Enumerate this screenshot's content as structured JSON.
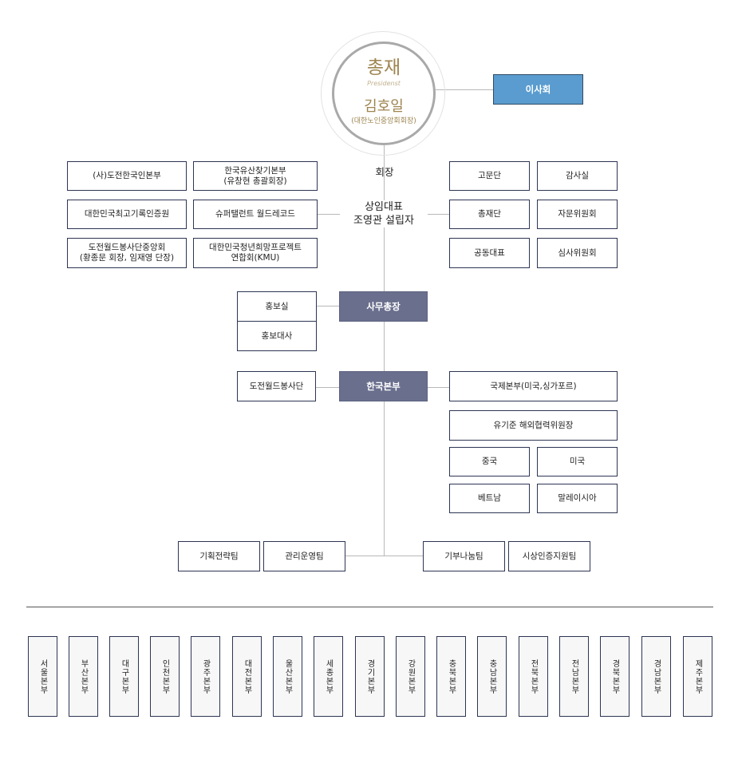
{
  "president": {
    "title": "총재",
    "subtitle": "Presidenst",
    "name": "김호일",
    "role": "(대한노인중앙회회장)"
  },
  "board": "이사회",
  "chairman_label": "회장",
  "ceo_label_1": "상임대표",
  "ceo_label_2": "조영관 설립자",
  "left_orgs": [
    "(사)도전한국인본부",
    "한국유산찾기본부\n(유창현 총괄회장)",
    "대한민국최고기록인증원",
    "슈퍼탤런트 월드레코드",
    "도전월드봉사단중앙회\n(황종문 회장, 임재영 단장)",
    "대한민국청년희망프로젝트\n연합회(KMU)"
  ],
  "right_orgs": [
    "고문단",
    "감사실",
    "총재단",
    "자문위원회",
    "공동대표",
    "심사위원회"
  ],
  "secretary_general": "사무총장",
  "pr": [
    "홍보실",
    "홍보대사"
  ],
  "korea_hq": "한국본부",
  "volunteer": "도전월드봉사단",
  "intl_hq": "국제본부(미국,싱가포르)",
  "overseas_chair": "유기준 해외협력위원장",
  "countries": [
    "중국",
    "미국",
    "베트남",
    "말레이시아"
  ],
  "teams": [
    "기획전략팀",
    "관리운영팀",
    "기부나눔팀",
    "시상인증지원팀"
  ],
  "regions": [
    "서울본부",
    "부산본부",
    "대구본부",
    "인천본부",
    "광주본부",
    "대전본부",
    "울산본부",
    "세종본부",
    "경기본부",
    "강원본부",
    "충북본부",
    "충남본부",
    "전북본부",
    "전남본부",
    "경북본부",
    "경남본부",
    "제주본부"
  ],
  "colors": {
    "dark_box": "#6a6f8d",
    "board_box": "#5a9ccf",
    "gold_text": "#9e8550",
    "border": "#2d3553"
  }
}
